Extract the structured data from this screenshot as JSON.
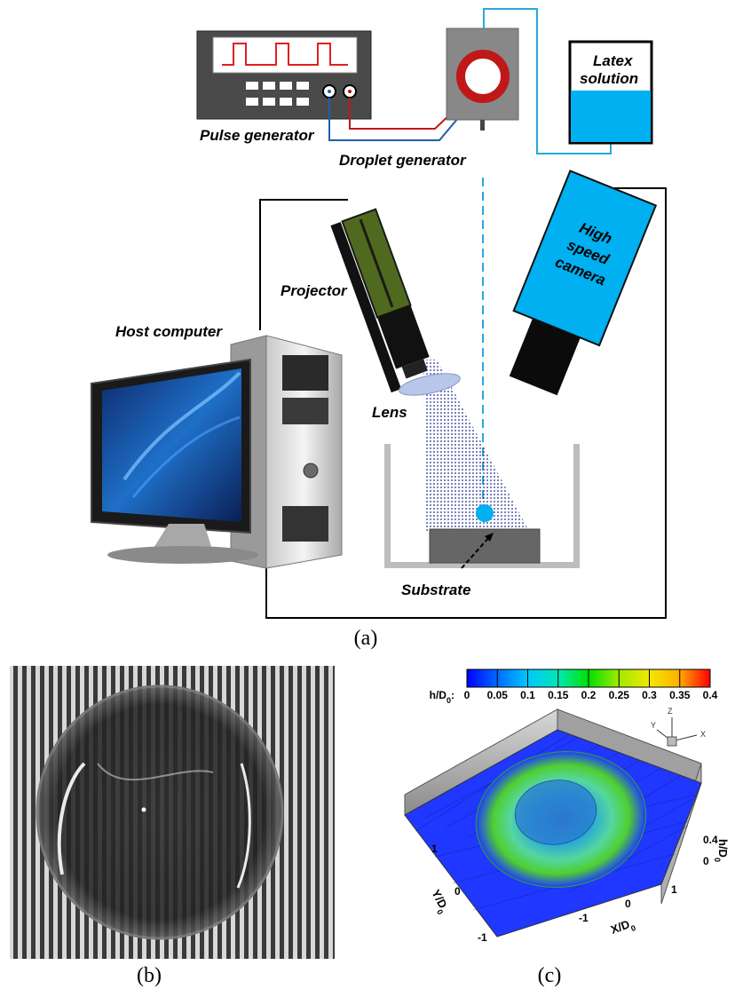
{
  "panel_a": {
    "pulse_generator": "Pulse generator",
    "droplet_generator": "Droplet generator",
    "latex_solution_line1": "Latex",
    "latex_solution_line2": "solution",
    "projector": "Projector",
    "high_speed_line1": "High",
    "high_speed_line2": "speed",
    "high_speed_line3": "camera",
    "host_computer": "Host computer",
    "lens": "Lens",
    "substrate": "Substrate",
    "caption": "(a)"
  },
  "panel_b": {
    "caption": "(b)"
  },
  "panel_c": {
    "caption": "(c)",
    "colorbar_label": "h/D",
    "colorbar_label_sub": "0",
    "colorbar_label_suffix": ":",
    "colorbar_ticks": [
      "0",
      "0.05",
      "0.1",
      "0.15",
      "0.2",
      "0.25",
      "0.3",
      "0.35",
      "0.4"
    ],
    "colors": [
      "#0000ff",
      "#0066ff",
      "#00c0ff",
      "#00e8b0",
      "#00e000",
      "#9aea00",
      "#f2e800",
      "#ffb000",
      "#ff5000",
      "#ff0000"
    ],
    "z_label": "h/D",
    "z_label_sub": "0",
    "z_ticks": [
      "0.4",
      "0"
    ],
    "y_label": "Y/D",
    "y_label_sub": "0",
    "y_ticks": [
      "1",
      "0",
      "-1"
    ],
    "x_label": "X/D",
    "x_label_sub": "0",
    "x_ticks": [
      "-1",
      "0",
      "1"
    ],
    "triad_y": "Y",
    "triad_z": "Z",
    "triad_x": "X"
  }
}
